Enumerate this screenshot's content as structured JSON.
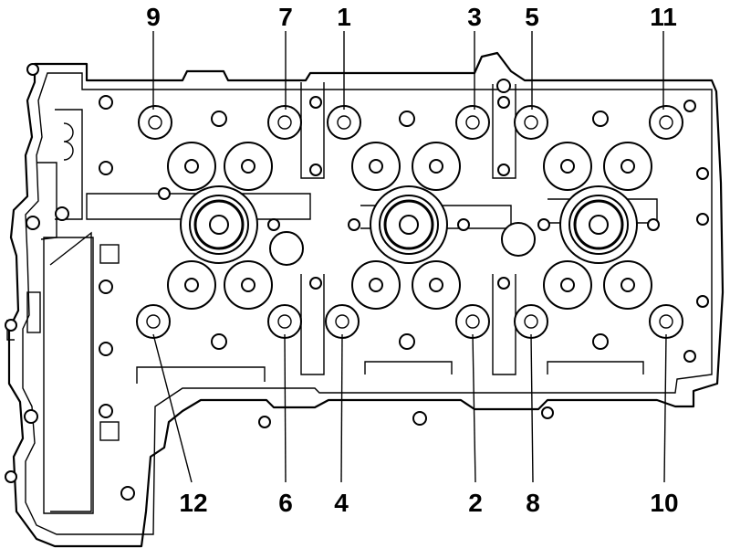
{
  "diagram": {
    "bolt_labels": [
      {
        "id": "b9",
        "text": "9"
      },
      {
        "id": "b7",
        "text": "7"
      },
      {
        "id": "b1",
        "text": "1"
      },
      {
        "id": "b3",
        "text": "3"
      },
      {
        "id": "b5",
        "text": "5"
      },
      {
        "id": "b11",
        "text": "11"
      },
      {
        "id": "b12",
        "text": "12"
      },
      {
        "id": "b6",
        "text": "6"
      },
      {
        "id": "b4",
        "text": "4"
      },
      {
        "id": "b2",
        "text": "2"
      },
      {
        "id": "b8",
        "text": "8"
      },
      {
        "id": "b10",
        "text": "10"
      }
    ]
  }
}
